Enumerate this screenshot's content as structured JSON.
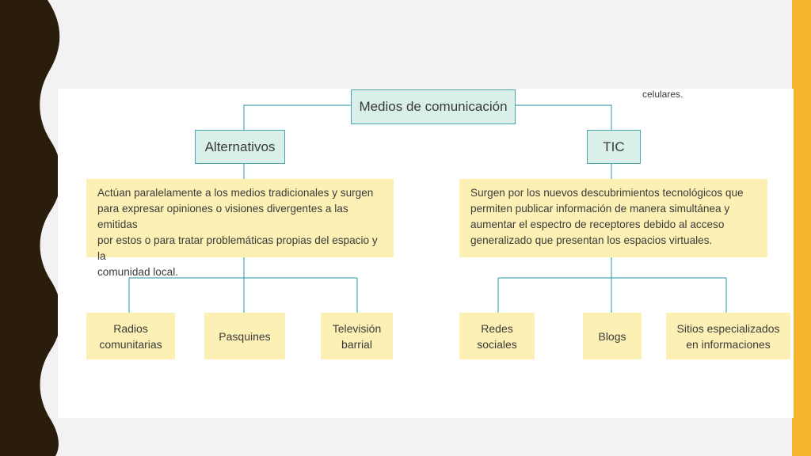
{
  "slide": {
    "note": "celulares.",
    "colors": {
      "background": "#f2f2f2",
      "left_decoration": "#2a1d0c",
      "right_accent": "#f5b52e",
      "teal_fill": "#d9efe9",
      "teal_border": "#4aa6ae",
      "yellow_fill": "#fdf0b4",
      "connector": "#4aa6ae"
    }
  },
  "diagram": {
    "root": "Medios de comunicación",
    "branches": [
      {
        "title": "Alternativos",
        "description": "Actúan paralelamente a los medios tradicionales y surgen para expresar opiniones o visiones divergentes a las emitidas por estos o para tratar problemáticas propias del espacio y la comunidad local.",
        "description_lines": [
          "Actúan paralelamente a los medios tradicionales y surgen",
          "para expresar opiniones o visiones divergentes a las emitidas",
          "por estos o para tratar problemáticas propias del espacio y la",
          "comunidad local."
        ],
        "leaves": [
          {
            "lines": [
              "Radios",
              "comunitarias"
            ]
          },
          {
            "lines": [
              "Pasquines"
            ]
          },
          {
            "lines": [
              "Televisión",
              "barrial"
            ]
          }
        ]
      },
      {
        "title": "TIC",
        "description": "Surgen por los nuevos descubrimientos tecnológicos que permiten publicar información de manera simultánea y aumentar el espectro de receptores debido al acceso generalizado que presentan los espacios virtuales.",
        "description_lines": [
          "Surgen por los nuevos descubrimientos tecnológicos que",
          "permiten publicar información de manera simultánea y",
          "aumentar el espectro de receptores debido al acceso",
          "generalizado que presentan los espacios virtuales."
        ],
        "leaves": [
          {
            "lines": [
              "Redes",
              "sociales"
            ]
          },
          {
            "lines": [
              "Blogs"
            ]
          },
          {
            "lines": [
              "Sitios especializados",
              "en informaciones"
            ]
          }
        ]
      }
    ]
  }
}
